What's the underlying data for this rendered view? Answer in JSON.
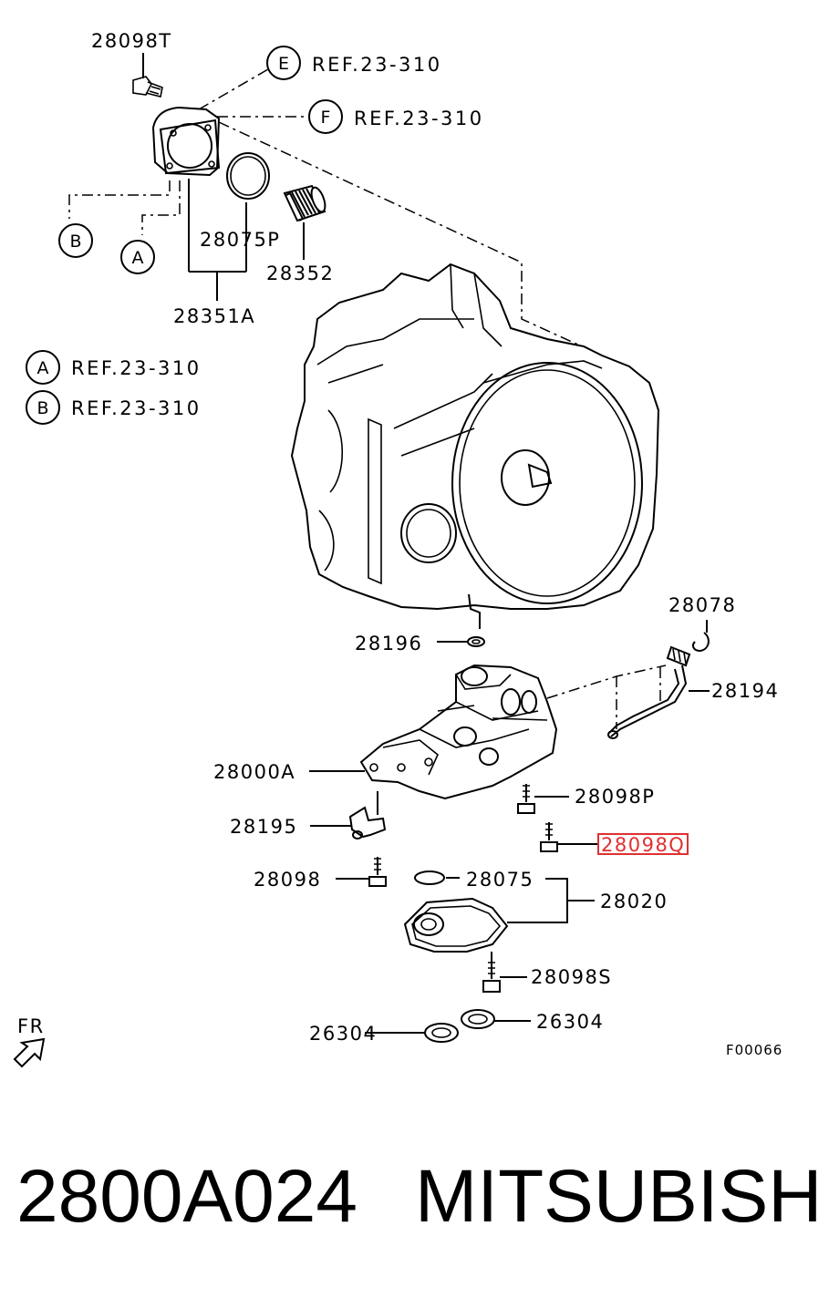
{
  "ref_items": [
    {
      "letter": "E",
      "text": "REF.23-310"
    },
    {
      "letter": "F",
      "text": "REF.23-310"
    },
    {
      "letter": "A",
      "text": "REF.23-310"
    },
    {
      "letter": "B",
      "text": "REF.23-310"
    }
  ],
  "callouts": {
    "a": "A",
    "b": "B"
  },
  "part_labels": {
    "p28098T": "28098T",
    "p28075P": "28075P",
    "p28352": "28352",
    "p28351A": "28351A",
    "p28078": "28078",
    "p28196": "28196",
    "p28194": "28194",
    "p28000A": "28000A",
    "p28098P": "28098P",
    "p28195": "28195",
    "p28098Q": "28098Q",
    "p28098": "28098",
    "p28075": "28075",
    "p28020": "28020",
    "p28098S": "28098S",
    "p26304_left": "26304",
    "p26304_right": "26304"
  },
  "direction_label": "FR",
  "figure_code": "F00066",
  "footer": {
    "part_number": "2800A024",
    "brand": "MITSUBISHI"
  },
  "highlight_color": "#e03030"
}
